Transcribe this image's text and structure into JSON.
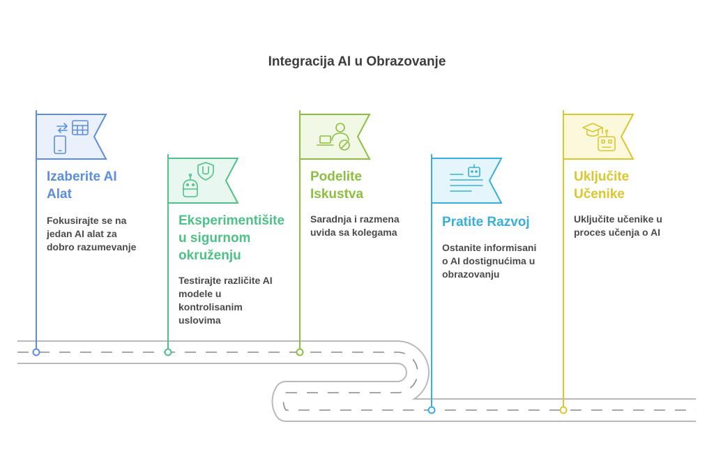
{
  "title": "Integracija AI u Obrazovanje",
  "steps": [
    {
      "title_lines": [
        "Izaberite AI",
        "Alat"
      ],
      "desc_lines": [
        "Fokusirajte se na",
        "jedan AI alat za",
        "dobro razumevanje"
      ],
      "color": "#5B8DE0",
      "fill": "#EAF1FC",
      "icon": "phone-sync-table-icon"
    },
    {
      "title_lines": [
        "Eksperimentišite",
        "u sigurnom",
        "okruženju"
      ],
      "desc_lines": [
        "Testirajte različite AI",
        "modele u",
        "kontrolisanim",
        "uslovima"
      ],
      "color": "#4DC187",
      "fill": "#E8F7EF",
      "icon": "robot-shield-icon"
    },
    {
      "title_lines": [
        "Podelite",
        "Iskustva"
      ],
      "desc_lines": [
        "Saradnja i razmena",
        "uvida sa kolegama"
      ],
      "color": "#8CBF3F",
      "fill": "#F1F8E5",
      "icon": "user-laptop-share-icon"
    },
    {
      "title_lines": [
        "Pratite Razvoj"
      ],
      "desc_lines": [
        "Ostanite informisani",
        "o AI dostignućima u",
        "obrazovanju"
      ],
      "color": "#37AEDC",
      "fill": "#E5F5FC",
      "icon": "robot-news-icon"
    },
    {
      "title_lines": [
        "Uključite",
        "Učenike"
      ],
      "desc_lines": [
        "Uključite učenike u",
        "proces učenja o AI"
      ],
      "color": "#DDC52E",
      "fill": "#FCF8DC",
      "icon": "graduation-robot-icon"
    }
  ]
}
